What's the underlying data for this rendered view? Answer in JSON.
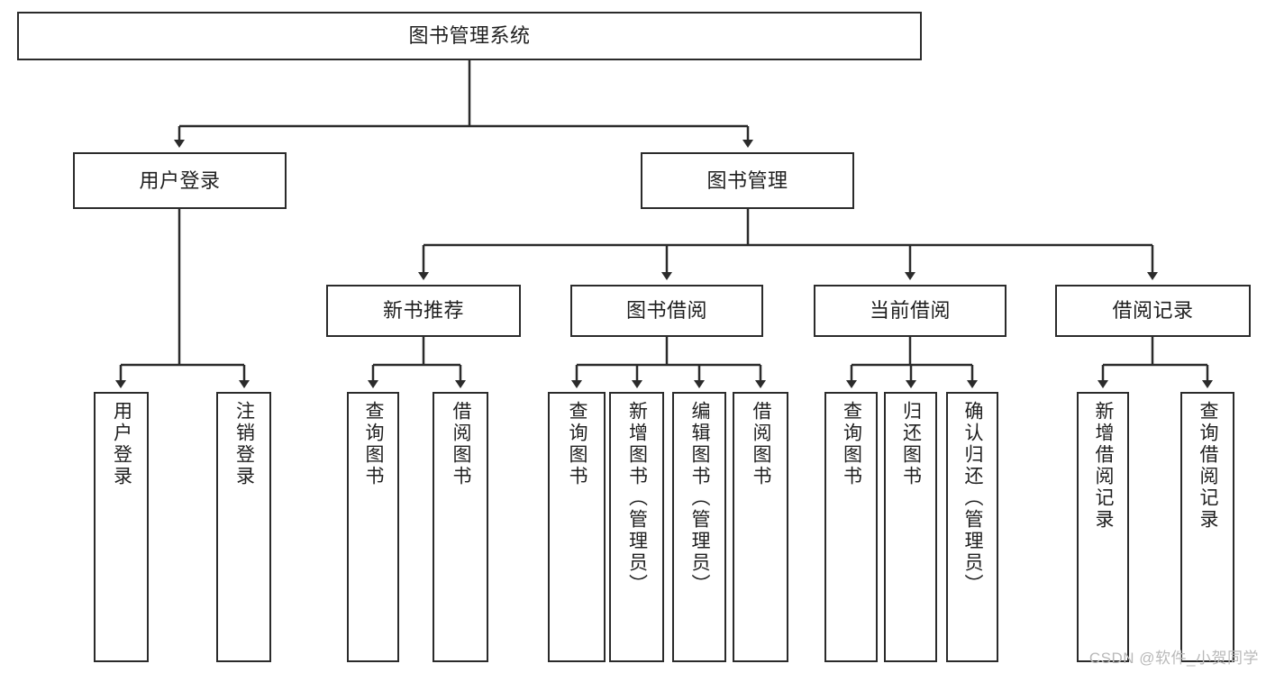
{
  "diagram": {
    "title": "图书管理系统",
    "type": "hierarchy-tree",
    "colors": {
      "box_border": "#2b2b2b",
      "box_fill": "#ffffff",
      "edge": "#2b2b2b",
      "text": "#1f1f1f",
      "watermark": "#b9b9b9",
      "background": "#ffffff"
    }
  },
  "nodes": {
    "root": {
      "label": "图书管理系统"
    },
    "tier2": [
      {
        "label": "用户登录"
      },
      {
        "label": "图书管理"
      }
    ],
    "tier3": [
      {
        "label": "新书推荐"
      },
      {
        "label": "图书借阅"
      },
      {
        "label": "当前借阅"
      },
      {
        "label": "借阅记录"
      }
    ],
    "leaves_user_login": [
      {
        "label": "用户登录"
      },
      {
        "label": "注销登录"
      }
    ],
    "leaves_new_book": [
      {
        "label": "查询图书"
      },
      {
        "label": "借阅图书"
      }
    ],
    "leaves_borrow": [
      {
        "label": "查询图书"
      },
      {
        "label": "新增图书（管理员）"
      },
      {
        "label": "编辑图书（管理员）"
      },
      {
        "label": "借阅图书"
      }
    ],
    "leaves_current": [
      {
        "label": "查询图书"
      },
      {
        "label": "归还图书"
      },
      {
        "label": "确认归还（管理员）"
      }
    ],
    "leaves_records": [
      {
        "label": "新增借阅记录"
      },
      {
        "label": "查询借阅记录"
      }
    ]
  },
  "watermark": {
    "text": "CSDN @软件_小贺同学"
  }
}
